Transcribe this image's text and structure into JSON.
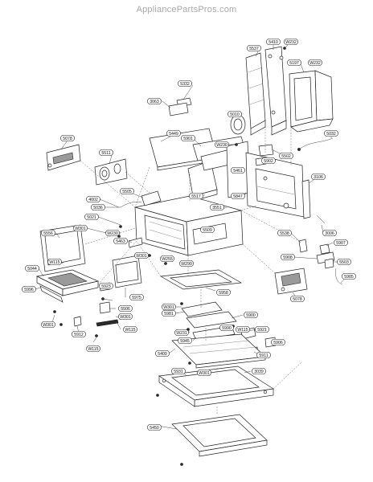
{
  "watermark": "AppliancePartsPros.com",
  "callouts": [
    {
      "id": "c5410",
      "text": "5410"
    },
    {
      "id": "cW232a",
      "text": "W232"
    },
    {
      "id": "c5537",
      "text": "5537"
    },
    {
      "id": "c5197",
      "text": "5197"
    },
    {
      "id": "cW232b",
      "text": "W232"
    },
    {
      "id": "c5332",
      "text": "5332"
    },
    {
      "id": "c3063",
      "text": "3063"
    },
    {
      "id": "c5010",
      "text": "5010"
    },
    {
      "id": "c5449",
      "text": "5449"
    },
    {
      "id": "c5901",
      "text": "5901"
    },
    {
      "id": "cW230a",
      "text": "W230"
    },
    {
      "id": "c5032",
      "text": "5032"
    },
    {
      "id": "c5078a",
      "text": "5078"
    },
    {
      "id": "c5511",
      "text": "5511"
    },
    {
      "id": "c5502",
      "text": "5502"
    },
    {
      "id": "c5902",
      "text": "5902"
    },
    {
      "id": "c5461",
      "text": "5461"
    },
    {
      "id": "c3106",
      "text": "3106"
    },
    {
      "id": "c5505",
      "text": "5505"
    },
    {
      "id": "c4002",
      "text": "4002"
    },
    {
      "id": "c5517",
      "text": "5517"
    },
    {
      "id": "c5847",
      "text": "5847"
    },
    {
      "id": "c5036",
      "text": "5036"
    },
    {
      "id": "c3551",
      "text": "3551"
    },
    {
      "id": "c5021",
      "text": "5021"
    },
    {
      "id": "cW301a",
      "text": "W301"
    },
    {
      "id": "c5556",
      "text": "5556"
    },
    {
      "id": "cW230b",
      "text": "W230"
    },
    {
      "id": "c5509",
      "text": "5509"
    },
    {
      "id": "c5538",
      "text": "5538"
    },
    {
      "id": "c3006",
      "text": "3006"
    },
    {
      "id": "c5463",
      "text": "5463"
    },
    {
      "id": "c5907",
      "text": "5907"
    },
    {
      "id": "cW115a",
      "text": "W115"
    },
    {
      "id": "cW301b",
      "text": "W301"
    },
    {
      "id": "cW255",
      "text": "W255"
    },
    {
      "id": "c5908",
      "text": "5908"
    },
    {
      "id": "c5503",
      "text": "5503"
    },
    {
      "id": "c5044",
      "text": "5044"
    },
    {
      "id": "cW290",
      "text": "W290"
    },
    {
      "id": "c5905",
      "text": "5905"
    },
    {
      "id": "c5996",
      "text": "5996"
    },
    {
      "id": "c5923",
      "text": "5923"
    },
    {
      "id": "c5958",
      "text": "5958"
    },
    {
      "id": "c5975",
      "text": "5975"
    },
    {
      "id": "c5078b",
      "text": "5078"
    },
    {
      "id": "cW301c",
      "text": "W301"
    },
    {
      "id": "c5981",
      "text": "5981"
    },
    {
      "id": "c5506",
      "text": "5506"
    },
    {
      "id": "cW301d",
      "text": "W301"
    },
    {
      "id": "c5900",
      "text": "5900"
    },
    {
      "id": "cW301e",
      "text": "W301"
    },
    {
      "id": "cW115b",
      "text": "W115"
    },
    {
      "id": "c5990",
      "text": "5990"
    },
    {
      "id": "c5912",
      "text": "5912"
    },
    {
      "id": "cW231",
      "text": "W231"
    },
    {
      "id": "cW115c",
      "text": "W115"
    },
    {
      "id": "c5945",
      "text": "5945"
    },
    {
      "id": "c5921",
      "text": "5921"
    },
    {
      "id": "c5906",
      "text": "5906"
    },
    {
      "id": "cW115d",
      "text": "W115"
    },
    {
      "id": "c5409",
      "text": "5409"
    },
    {
      "id": "c5911",
      "text": "5911"
    },
    {
      "id": "c5931",
      "text": "5931"
    },
    {
      "id": "cW301f",
      "text": "W301"
    },
    {
      "id": "c3039",
      "text": "3039"
    },
    {
      "id": "c5450",
      "text": "5450"
    }
  ]
}
